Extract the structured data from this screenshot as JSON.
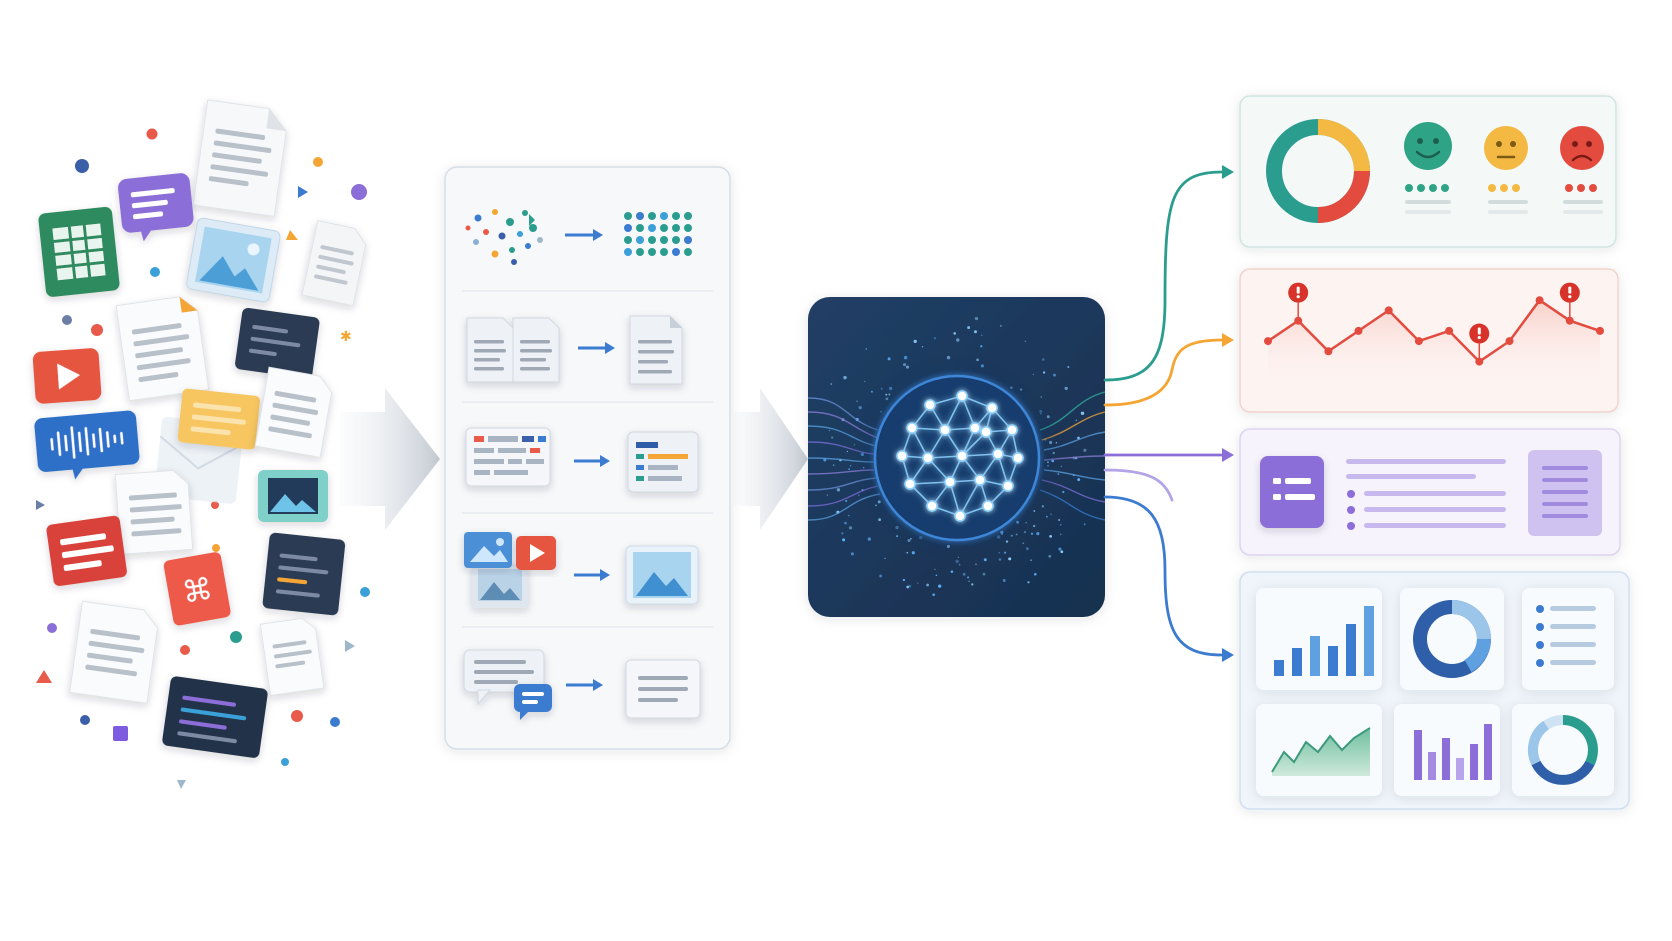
{
  "diagram": {
    "stages": [
      "unstructured-data-sources",
      "processing-steps",
      "ai-core",
      "insight-outputs"
    ],
    "colors": {
      "teal": "#2a9d8f",
      "orange": "#f4a534",
      "red": "#e34b3f",
      "purple": "#8c6ed8",
      "blue": "#3b7bd0",
      "navy": "#1e3a5f",
      "panel_border": "#d5dde6",
      "arrow_gray": "#c9ced6"
    },
    "sources": {
      "icons": [
        "document-icon",
        "chat-bubble-icon",
        "spreadsheet-icon",
        "image-icon",
        "video-play-icon",
        "audio-waveform-icon",
        "sticky-note-icon",
        "pdf-icon",
        "code-file-icon",
        "photo-icon",
        "presentation-icon"
      ]
    },
    "processing": {
      "rows": [
        {
          "from": "scattered-dots-icon",
          "to": "organized-grid-icon"
        },
        {
          "from": "duplicate-documents-icon",
          "to": "single-document-icon"
        },
        {
          "from": "raw-table-icon",
          "to": "structured-table-icon"
        },
        {
          "from": "mixed-media-icon",
          "to": "image-icon"
        },
        {
          "from": "conversation-icon",
          "to": "text-summary-icon"
        }
      ]
    },
    "core": {
      "icon": "neural-network-brain-icon"
    },
    "outputs": [
      {
        "name": "sentiment-panel",
        "icons": [
          "donut-chart-icon",
          "happy-face-icon",
          "neutral-face-icon",
          "sad-face-icon"
        ]
      },
      {
        "name": "anomaly-panel",
        "icons": [
          "line-chart-icon",
          "alert-icon"
        ],
        "series": [
          4,
          6,
          3,
          5,
          7,
          4,
          5,
          2,
          4,
          8,
          6,
          5
        ]
      },
      {
        "name": "summary-panel",
        "icons": [
          "checklist-icon",
          "document-icon"
        ]
      },
      {
        "name": "dashboard-panel",
        "icons": [
          "bar-chart-icon",
          "donut-chart-icon",
          "list-icon",
          "area-chart-icon",
          "bar-chart-icon",
          "donut-chart-icon"
        ]
      }
    ]
  }
}
